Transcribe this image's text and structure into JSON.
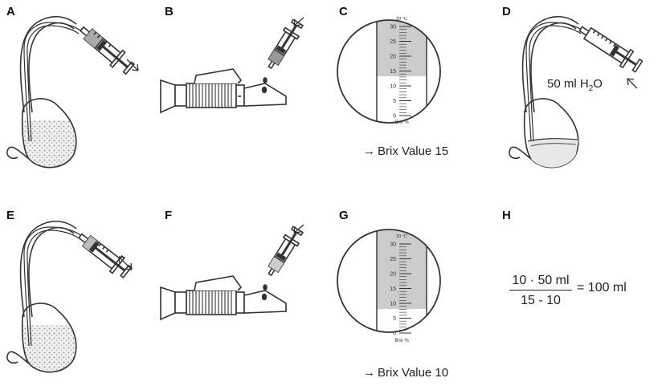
{
  "panels": {
    "a": {
      "label": "A"
    },
    "b": {
      "label": "B"
    },
    "c": {
      "label": "C",
      "caption": "Brix Value 15",
      "value": 15,
      "scale_top": "20 °C",
      "scale_unit": "Brix %",
      "ticks": [
        "30",
        "25",
        "20",
        "15",
        "10",
        "5",
        "0"
      ]
    },
    "d": {
      "label": "D",
      "water_prefix": "50 ml H",
      "water_sub": "2",
      "water_suffix": "O"
    },
    "e": {
      "label": "E"
    },
    "f": {
      "label": "F"
    },
    "g": {
      "label": "G",
      "caption": "Brix Value 10",
      "value": 10,
      "scale_top": "20 °C",
      "scale_unit": "Brix %",
      "ticks": [
        "30",
        "25",
        "20",
        "15",
        "10",
        "5",
        "0"
      ]
    },
    "h": {
      "label": "H",
      "numerator": "10 · 50 ml",
      "denominator": "15 - 10",
      "result": "= 100 ml"
    }
  },
  "arrow_glyph": "→",
  "colors": {
    "line": "#333333",
    "shade": "#cccccc",
    "fluid": "#e6e6e6"
  }
}
